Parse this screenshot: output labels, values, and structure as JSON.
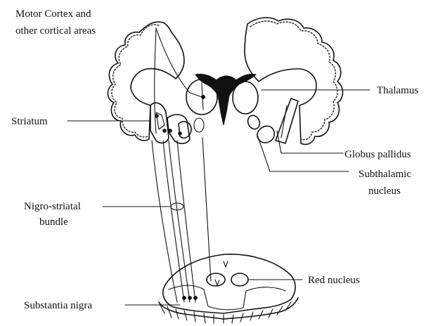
{
  "labels": {
    "motor_cortex_line1": "Motor Cortex and",
    "motor_cortex_line2": "other cortical areas",
    "striatum": "Striatum",
    "thalamus": "Thalamus",
    "globus_pallidus": "Globus pallidus",
    "subthalamic_line1": "Subthalamic",
    "subthalamic_line2": "nucleus",
    "nigro_line1": "Nigro-striatal",
    "nigro_line2": "bundle",
    "red_nucleus": "Red nucleus",
    "substantia_nigra": "Substantia nigra"
  },
  "colors": {
    "ink": "#111111",
    "background": "#ffffff"
  }
}
